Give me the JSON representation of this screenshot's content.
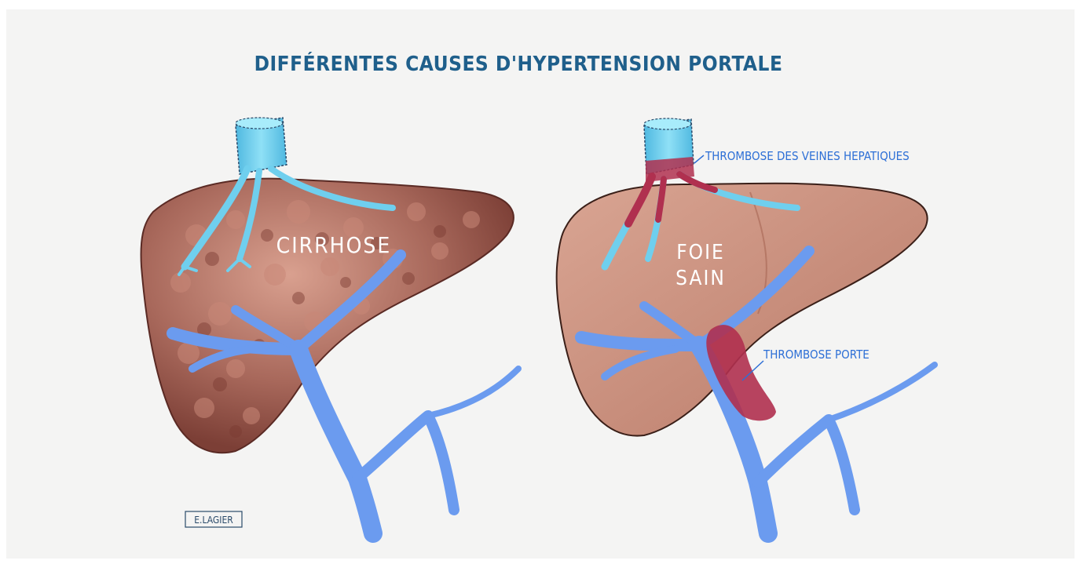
{
  "title": "DIFFÉRENTES CAUSES D'HYPERTENSION PORTALE",
  "panels": {
    "left": {
      "label": "CIRRHOSE"
    },
    "right": {
      "label_line1": "FOIE",
      "label_line2": "SAIN",
      "annotations": {
        "hepatic_veins": "THROMBOSE DES VEINES HEPATIQUES",
        "portal": "THROMBOSE PORTE"
      }
    }
  },
  "signature": "E.LAGIER",
  "colors": {
    "title": "#1f5f8b",
    "annotation": "#2d6fd6",
    "liver_cirrhotic": "#9a5a4f",
    "liver_healthy": "#c98f7c",
    "vein_blue": "#6b9bef",
    "vena_cava": "#6fd0ec",
    "thrombus": "#b0304f"
  }
}
